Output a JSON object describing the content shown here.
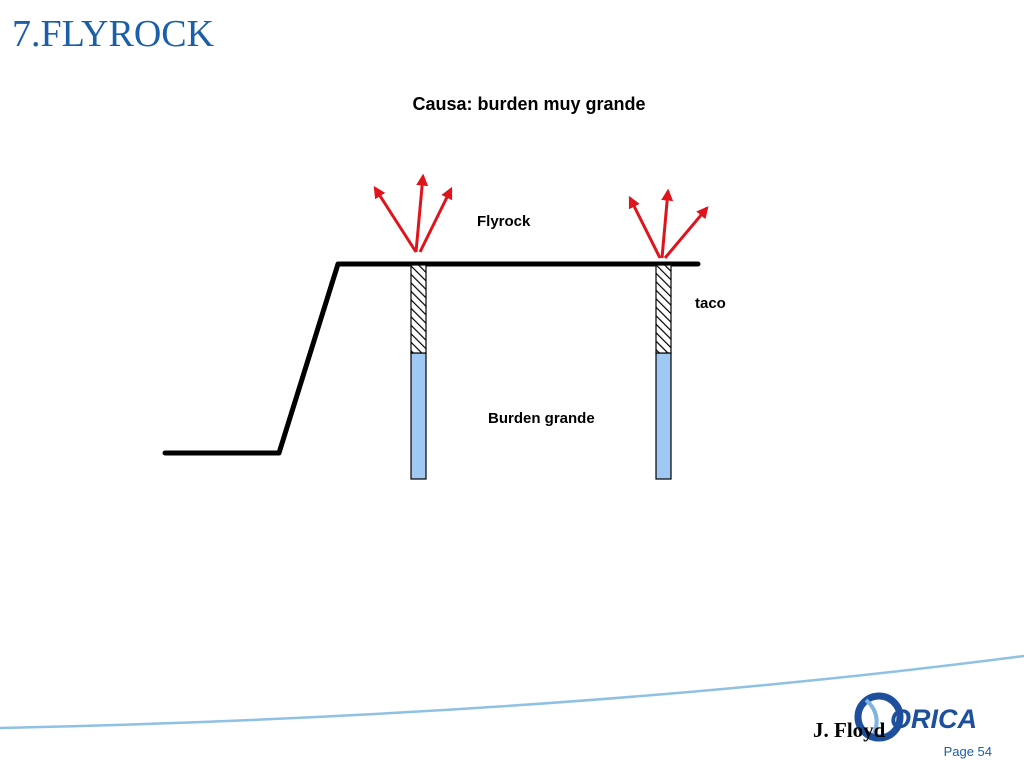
{
  "slide": {
    "title": "7.FLYROCK",
    "subtitle": "Causa: burden muy grande",
    "author": "J. Floyd",
    "page": "Page 54"
  },
  "diagram": {
    "labels": {
      "flyrock": "Flyrock",
      "stemming": "taco",
      "burden": "Burden grande"
    }
  },
  "logo": {
    "text": "ORICA"
  },
  "colors": {
    "title": "#1b5fa8",
    "arrow": "#e0141c",
    "explosive": "#9fc9f2",
    "ground": "#000000",
    "footer_line": "#8ec1e3",
    "logo": "#1d4f9c"
  }
}
